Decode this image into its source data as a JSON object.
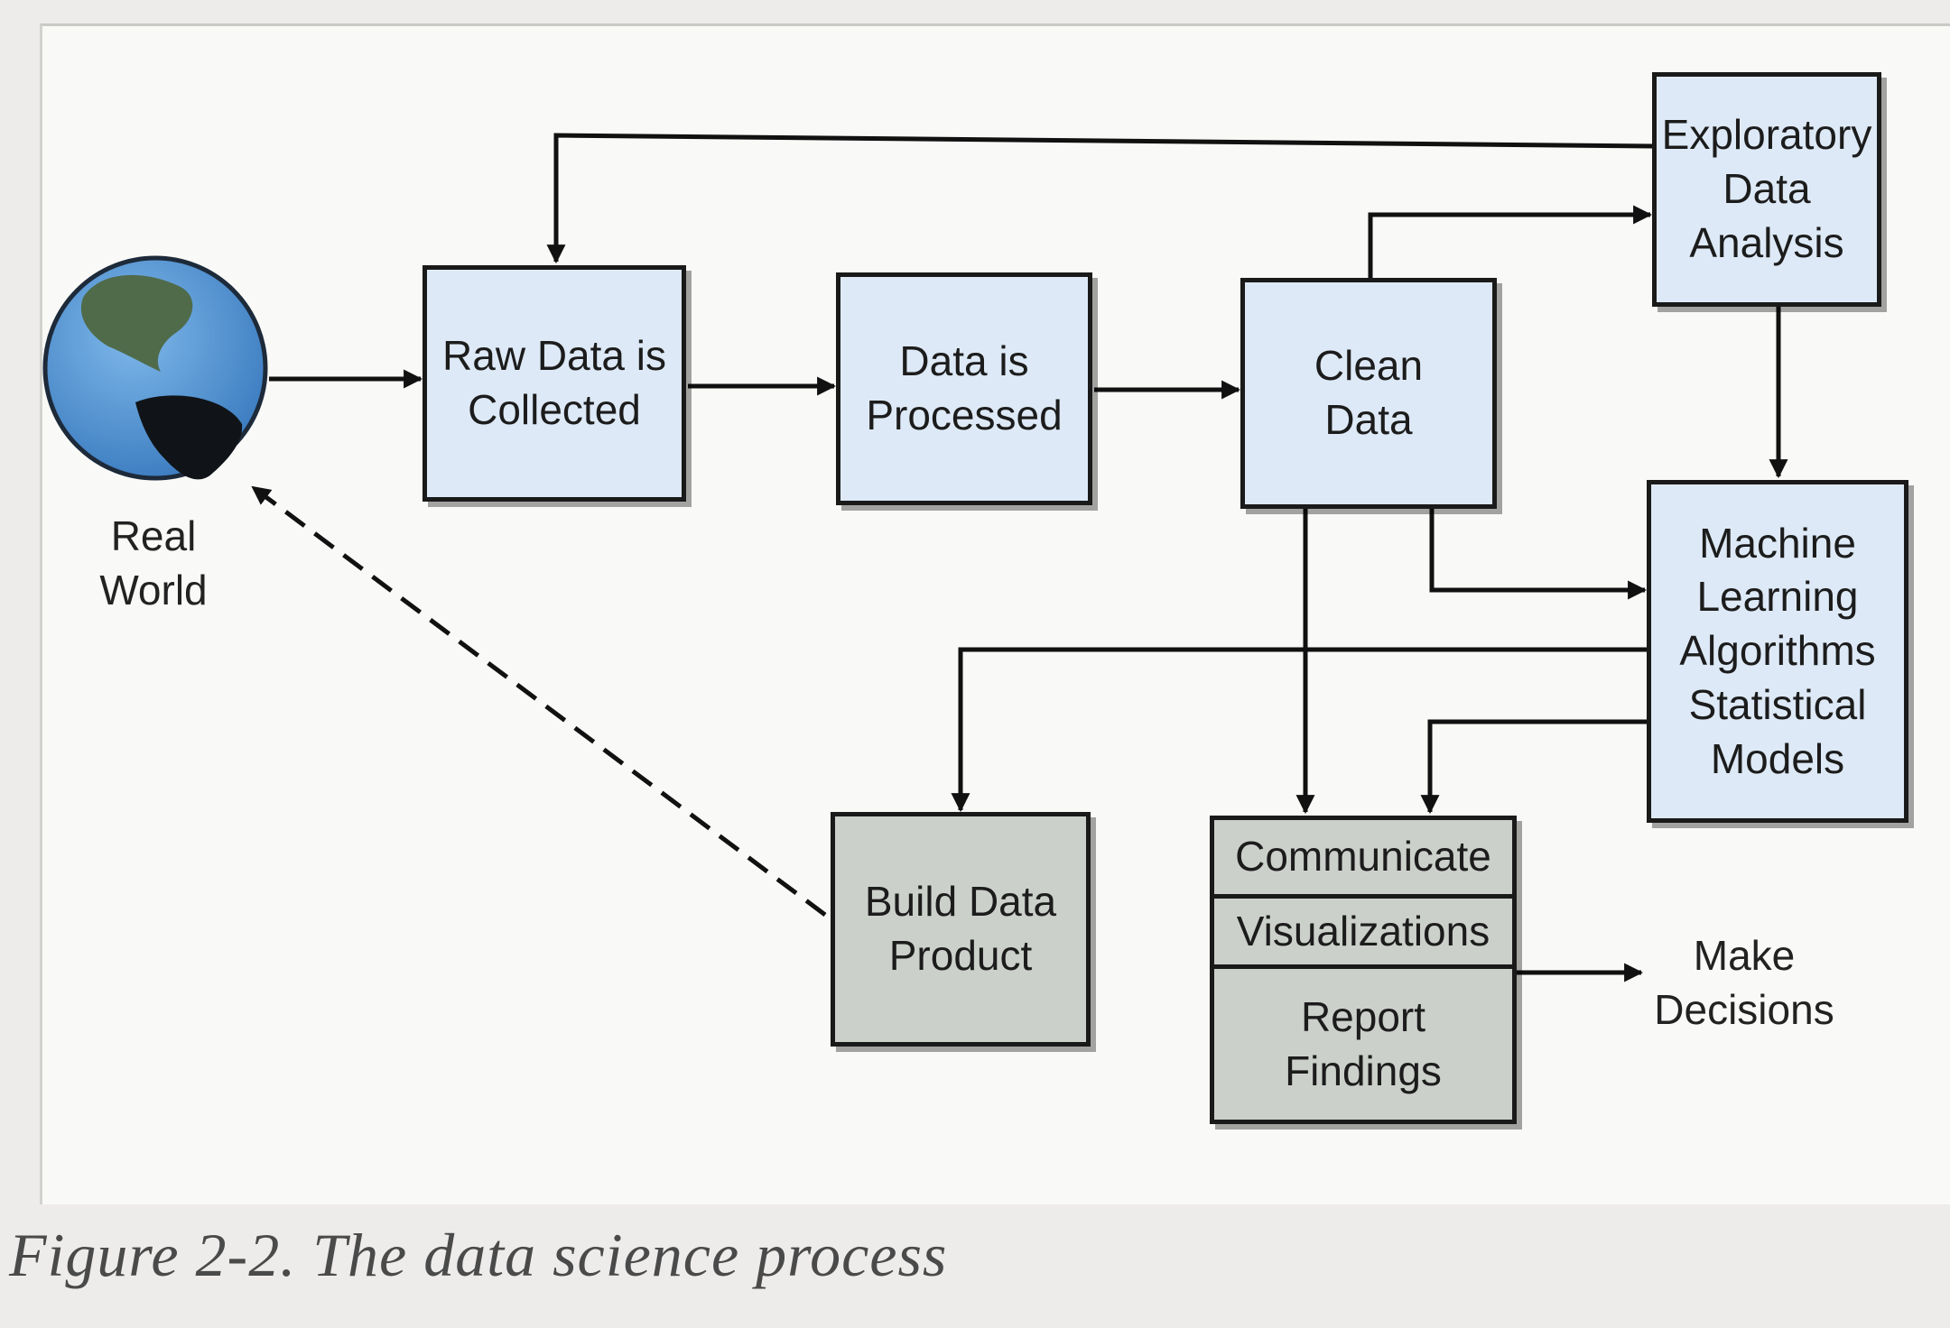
{
  "globe": {
    "label_lines": [
      "Real",
      "World"
    ]
  },
  "boxes": {
    "raw": [
      "Raw Data is",
      "Collected"
    ],
    "processed": [
      "Data is",
      "Processed"
    ],
    "clean": [
      "Clean",
      "Data"
    ],
    "eda": [
      "Exploratory",
      "Data",
      "Analysis"
    ],
    "ml": [
      "Machine",
      "Learning",
      "Algorithms",
      "Statistical",
      "Models"
    ],
    "product": [
      "Build Data",
      "Product"
    ],
    "communicate": {
      "cells": [
        [
          "Communicate"
        ],
        [
          "Visualizations"
        ],
        [
          "Report",
          "Findings"
        ]
      ]
    }
  },
  "decisions": {
    "label_lines": [
      "Make",
      "Decisions"
    ]
  },
  "caption": "Figure 2-2. The data science process",
  "colors": {
    "process_box": "#dde9f6",
    "output_box": "#ccd0cb",
    "stroke": "#1a1a1a"
  }
}
